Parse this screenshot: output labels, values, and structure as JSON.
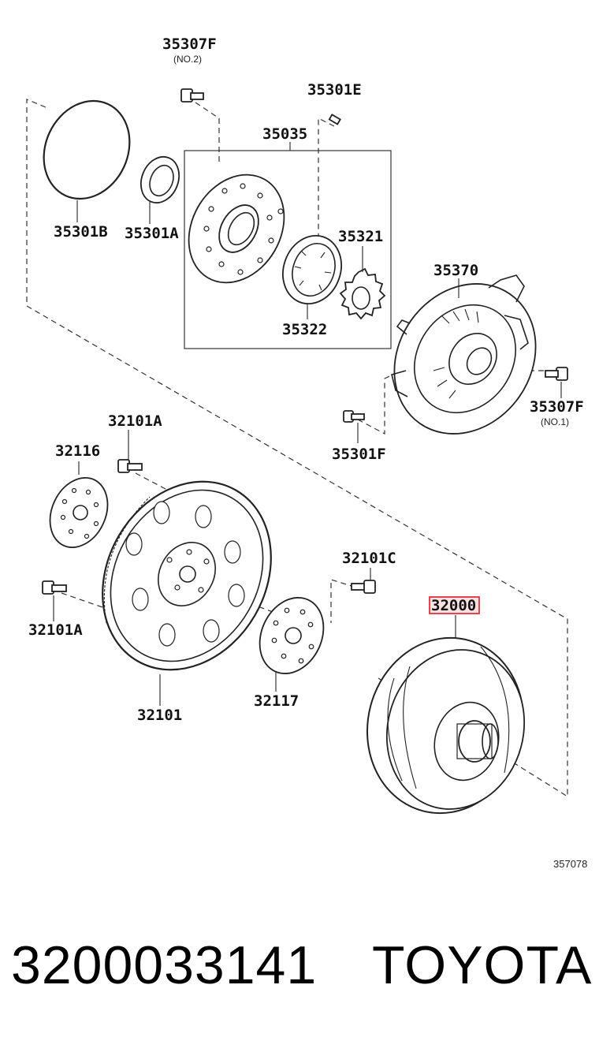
{
  "diagram": {
    "callouts": {
      "c35307F_top": "35307F",
      "c35307F_top_note": "(NO.2)",
      "c35301E": "35301E",
      "c35035": "35035",
      "c35301B": "35301B",
      "c35301A": "35301A",
      "c35321": "35321",
      "c35322": "35322",
      "c35370": "35370",
      "c35307F_right": "35307F",
      "c35307F_right_note": "(NO.1)",
      "c35301F": "35301F",
      "c32101A_top": "32101A",
      "c32116": "32116",
      "c32101C": "32101C",
      "c32101A_left": "32101A",
      "c32000": "32000",
      "c32117": "32117",
      "c32101": "32101"
    },
    "highlight_color": "#e0323a",
    "ref_number": "357078"
  },
  "footer": {
    "part_number": "3200033141",
    "brand": "TOYOTA"
  }
}
